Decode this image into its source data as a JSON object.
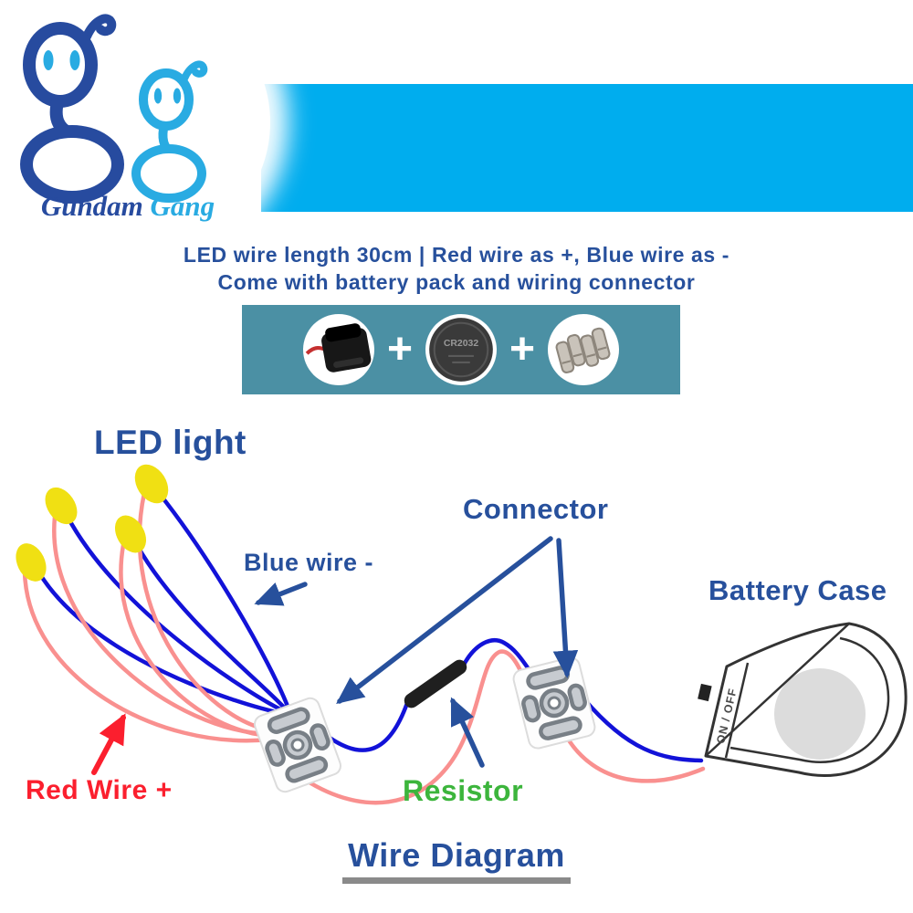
{
  "brand": {
    "name_part1": "Gundam",
    "name_part2": "Gang"
  },
  "header": {
    "line1": "LED wire length 30cm | Red wire as +, Blue wire as -",
    "line2": "Come with battery pack and wiring connector"
  },
  "kit": {
    "plus": "+",
    "coin_label": "CR2032",
    "items": [
      "battery-clip",
      "coin-battery",
      "wire-connectors"
    ]
  },
  "diagram": {
    "led_light_label": "LED light",
    "blue_wire_label": "Blue wire -",
    "connector_label": "Connector",
    "battery_case_label": "Battery Case",
    "red_wire_label": "Red Wire +",
    "resistor_label": "Resistor",
    "title": "Wire Diagram",
    "on_off_label": "ON / OFF"
  },
  "colors": {
    "banner_cyan": "#00adee",
    "kit_teal": "#4b90a4",
    "label_blue": "#27509c",
    "label_red": "#fb1f2e",
    "label_green": "#3cb53c",
    "wire_blue": "#1212d8",
    "wire_pink": "#f9908f",
    "led_yellow": "#f0e013",
    "logo_dark_blue": "#274b9f",
    "logo_light_blue": "#29abe2"
  }
}
